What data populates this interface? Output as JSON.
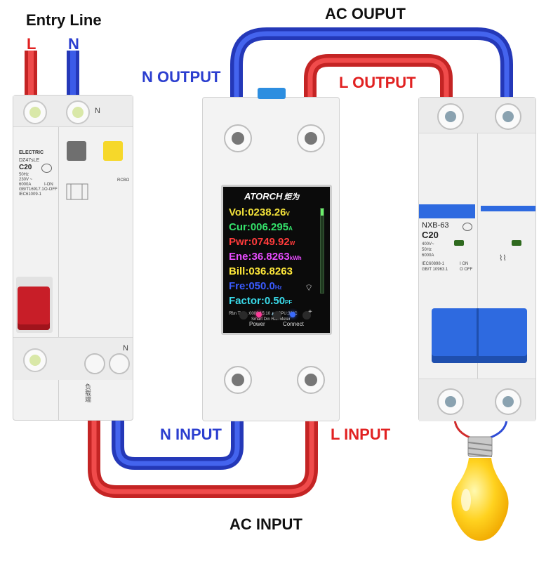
{
  "labels": {
    "entry_line": "Entry Line",
    "L": "L",
    "N": "N",
    "ac_output": "AC OUPUT",
    "n_output": "N OUTPUT",
    "l_output": "L OUTPUT",
    "n_input": "N INPUT",
    "l_input": "L INPUT",
    "ac_input": "AC INPUT"
  },
  "rcbo": {
    "n_mark_top": "N",
    "n_mark_bottom": "N",
    "brand": "ELECTRIC",
    "model": "DZ47sLE",
    "rating": "C20",
    "spec1": "50Hz",
    "spec2": "230V ~",
    "spec3": "6000A",
    "spec4": "GB/T16917.1",
    "spec5": "IEC61009-1",
    "on": "I-ON",
    "off": "O-OFF",
    "rcbo_tag": "RCBO",
    "bottom_cn": "负载端"
  },
  "meter": {
    "brand": "ATORCH",
    "brand_cn": "炬为",
    "readings": [
      {
        "label": "Vol:",
        "value": "0238.26",
        "unit": "V",
        "color": "#f2e13a"
      },
      {
        "label": "Cur:",
        "value": "006.295",
        "unit": "A",
        "color": "#34e06a"
      },
      {
        "label": "Pwr:",
        "value": "0749.92",
        "unit": "W",
        "color": "#ff3b3b"
      },
      {
        "label": "Ene:",
        "value": "36.8263",
        "unit": "kWh",
        "color": "#e84cff"
      },
      {
        "label": "Bill:",
        "value": "036.8263",
        "unit": "",
        "color": "#ffe83a"
      },
      {
        "label": "Fre:",
        "value": "050.0",
        "unit": "Hz",
        "color": "#3a5bff"
      },
      {
        "label": "Factor:",
        "value": "0.50",
        "unit": "PF",
        "color": "#39d9e8"
      }
    ],
    "runtime": "Run Time :0000:15:10",
    "cpu": "CPU:30°C",
    "subtitle": "Smart Din Rail Meter",
    "power_label": "Power",
    "connect_label": "Connect",
    "minus": "-",
    "plus": "+"
  },
  "mcb": {
    "model": "NXB-63",
    "rating": "C20",
    "spec1": "400V~",
    "spec2": "50Hz",
    "spec3": "6000A",
    "spec4": "IEC60898-1",
    "spec5": "GB/T 10963.1",
    "on": "I ON",
    "off": "O OFF"
  },
  "colors": {
    "live": "#e23232",
    "neutral": "#2d4bd6",
    "device_body": "#f2f2f2",
    "mcb_blue": "#2e6ae0"
  }
}
